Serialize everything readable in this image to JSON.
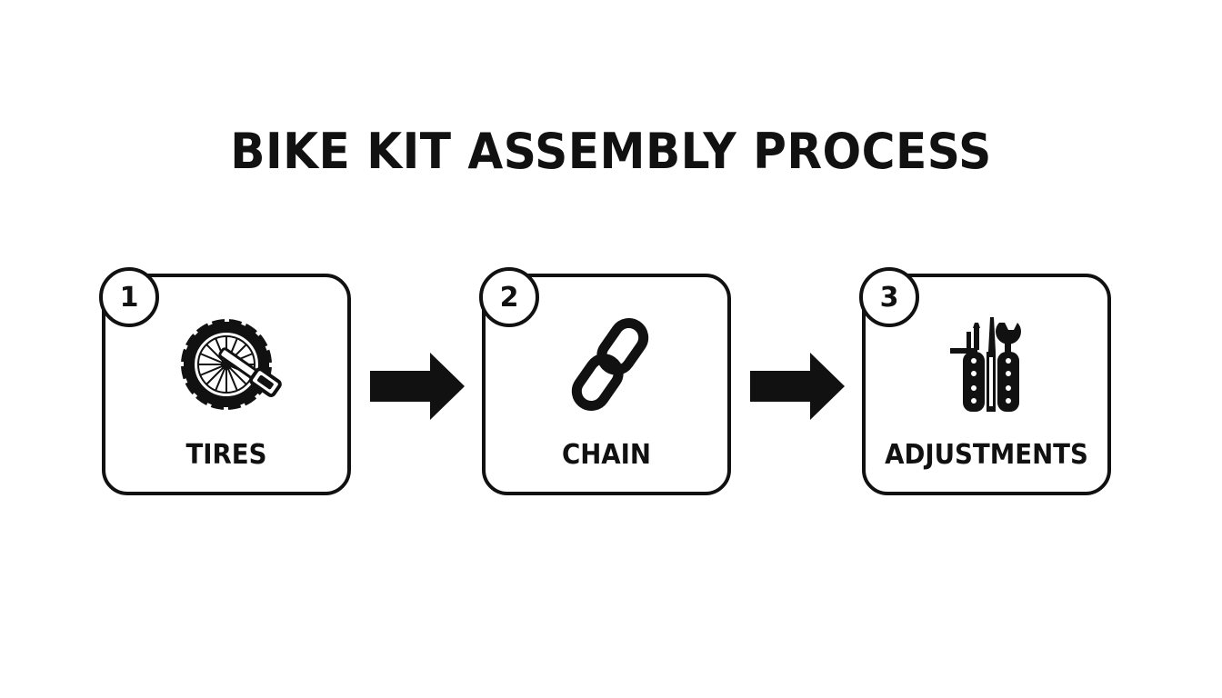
{
  "title": "BIKE KIT ASSEMBLY PROCESS",
  "steps": [
    {
      "number": "1",
      "label": "TIRES",
      "icon": "bike-wheel-with-wrench-icon"
    },
    {
      "number": "2",
      "label": "CHAIN",
      "icon": "chain-link-icon"
    },
    {
      "number": "3",
      "label": "ADJUSTMENTS",
      "icon": "multi-tool-wrench-icon"
    }
  ],
  "colors": {
    "ink": "#111111",
    "background": "#ffffff"
  }
}
